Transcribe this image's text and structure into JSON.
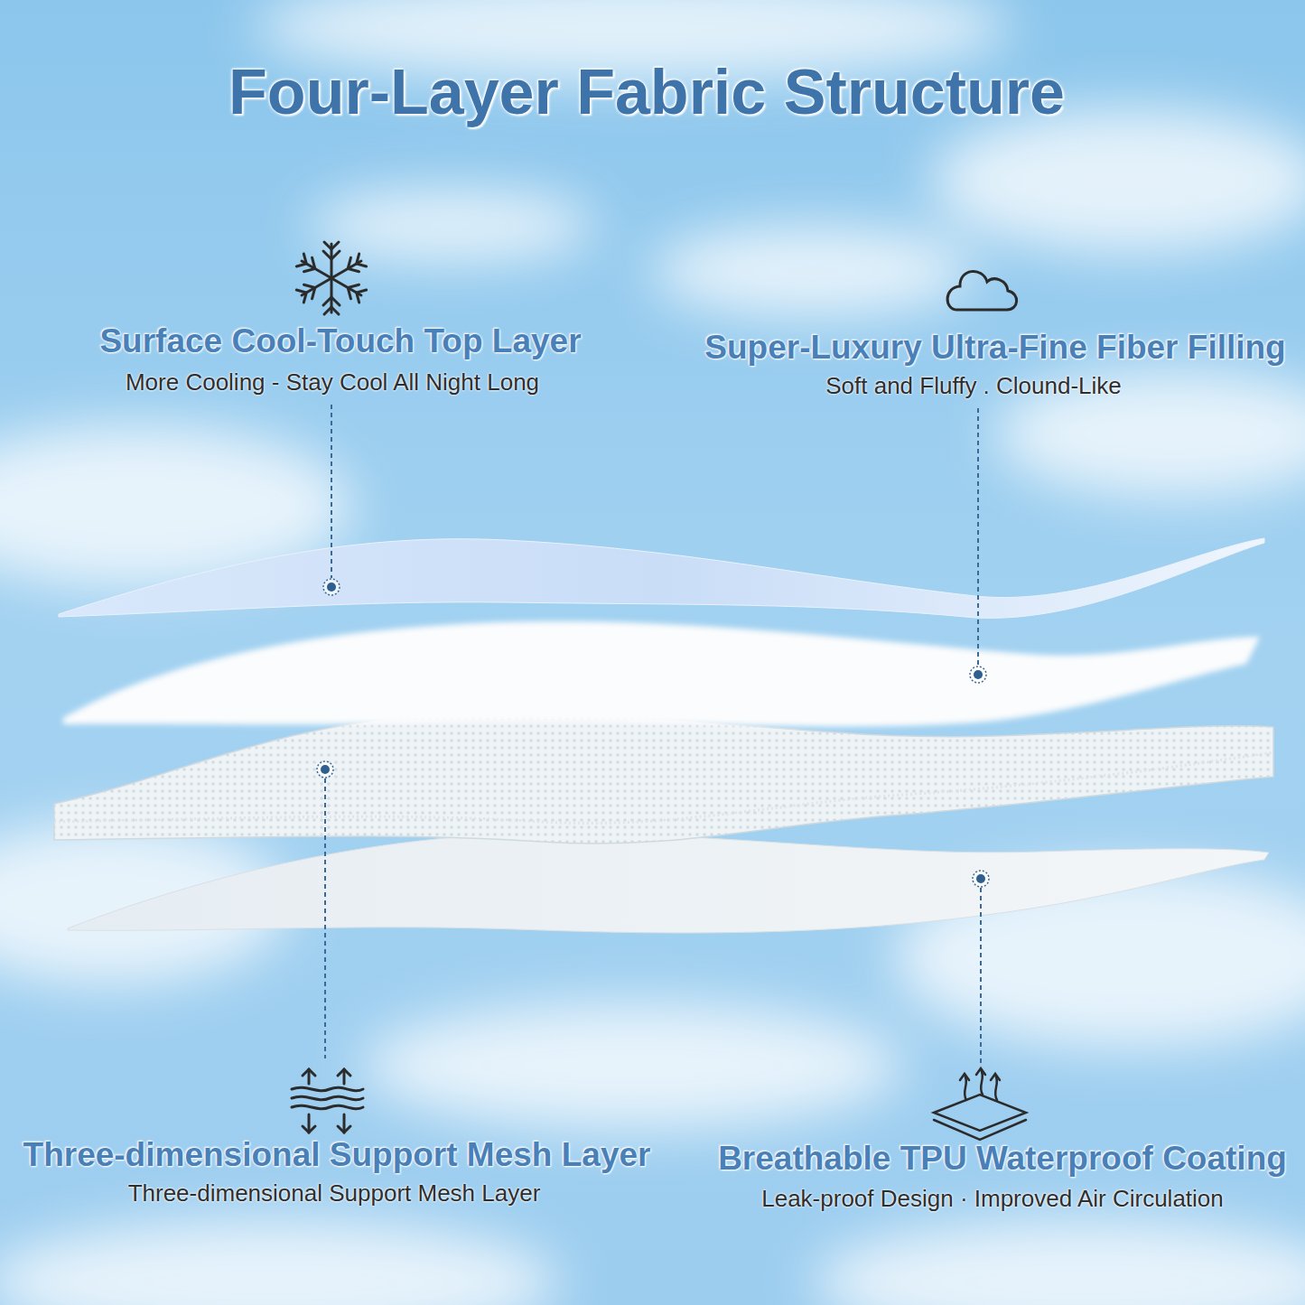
{
  "diagram": {
    "title": "Four-Layer Fabric Structure",
    "labels": [
      "Surface Cool-Touch Top Layer",
      "More Cooling - Stay Cool All Night Long",
      "Super-Luxury Ultra-Fine Fiber Filling",
      "Soft and Fluffy . Clound-Like",
      "Three-dimensional Support Mesh Layer",
      "Three-dimensional Support Mesh Layer",
      "Breathable TPU Waterproof Coating",
      "Leak-proof Design · Improved Air Circulation"
    ]
  }
}
